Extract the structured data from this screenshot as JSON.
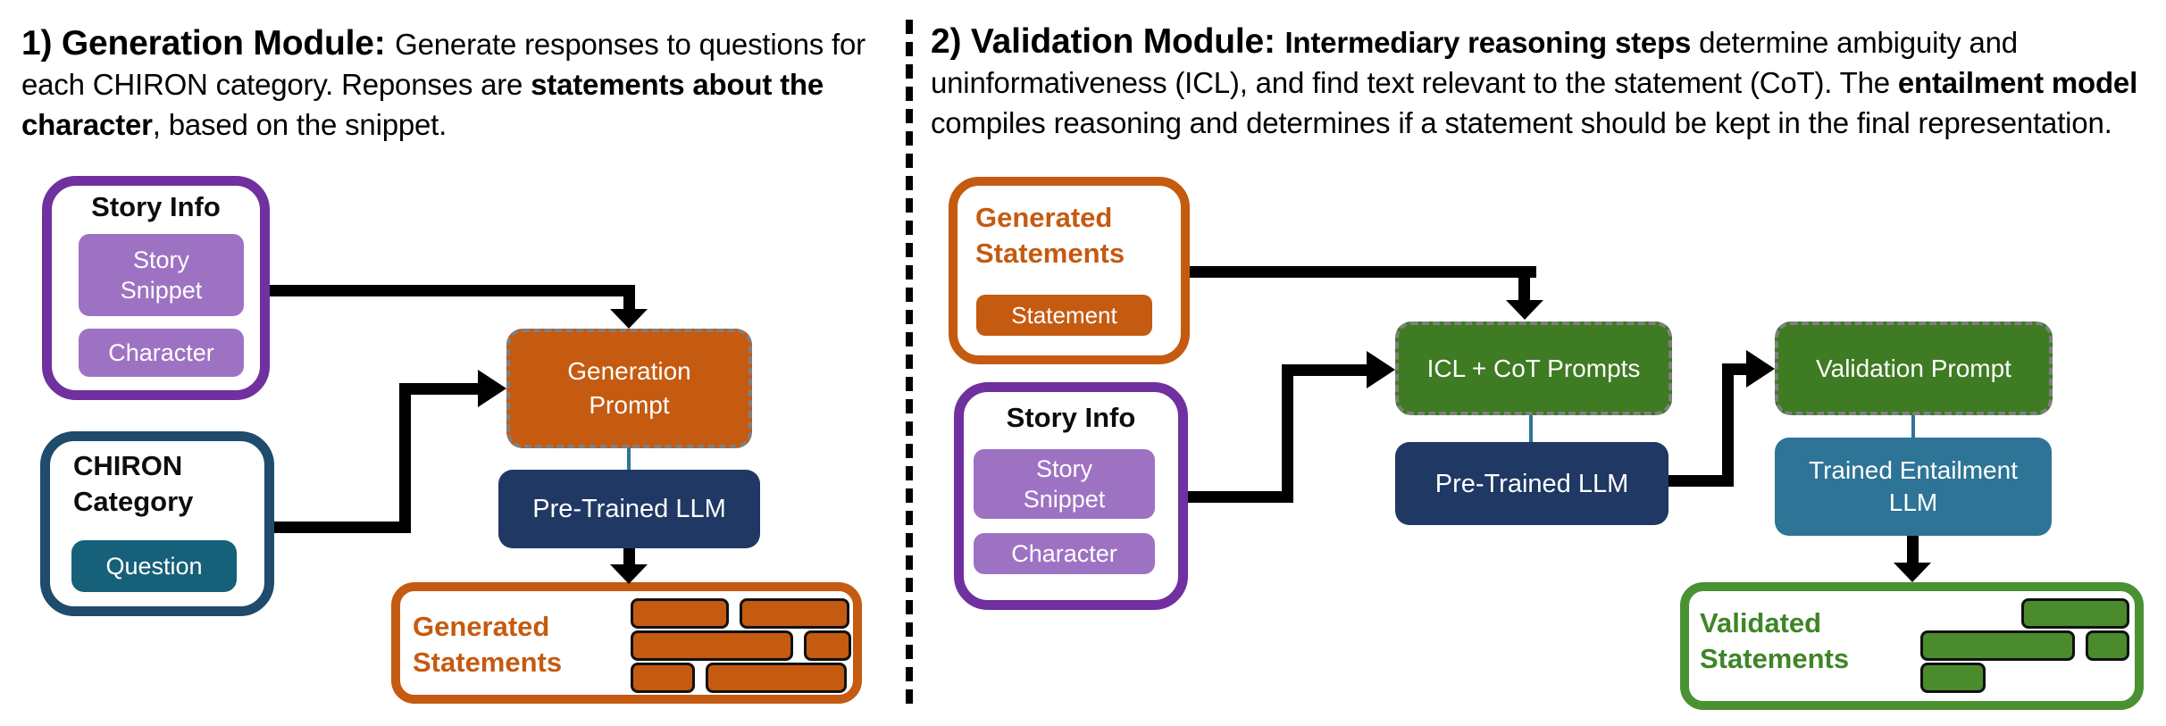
{
  "colors": {
    "purple_border": "#7030A0",
    "light_purple": "#9E72C3",
    "navy": "#1F3864",
    "chiron_border": "#1F4B6C",
    "question_teal": "#17607A",
    "orange": "#C55A11",
    "green": "#3E7B23",
    "validated_green_border": "#4A9132",
    "entailment_blue": "#2E7496",
    "connector_teal": "#2E7597",
    "dashed_gray": "#7F7F7F"
  },
  "generation": {
    "header_segments": [
      {
        "text": "1) Generation Module: ",
        "bold": true,
        "lead": true
      },
      {
        "text": "Generate responses to questions for each CHIRON category. Reponses are ",
        "bold": false
      },
      {
        "text": "statements about the character",
        "bold": true
      },
      {
        "text": ", based on the snippet.",
        "bold": false
      }
    ],
    "story_info": {
      "title": "Story Info",
      "story_snippet": "Story Snippet",
      "character": "Character"
    },
    "chiron": {
      "title": "CHIRON Category",
      "question": "Question"
    },
    "generation_prompt": "Generation Prompt",
    "pretrained_llm": "Pre-Trained LLM",
    "generated_statements": {
      "title": "Generated Statements",
      "bars": {
        "color": "#C55A11",
        "rows": [
          {
            "justify": "flex-start",
            "widths": [
              104,
              117
            ]
          },
          {
            "justify": "flex-start",
            "widths": [
              176,
              47
            ]
          },
          {
            "justify": "flex-start",
            "widths": [
              66,
              152
            ]
          }
        ]
      }
    }
  },
  "validation": {
    "header_segments": [
      {
        "text": "2) Validation Module: ",
        "bold": true,
        "lead": true
      },
      {
        "text": "Intermediary reasoning steps",
        "bold": true
      },
      {
        "text": " determine ambiguity and uninformativeness (ICL), and find text relevant to the statement (CoT). The ",
        "bold": false
      },
      {
        "text": "entailment model",
        "bold": true
      },
      {
        "text": " compiles reasoning and determines if a statement should be kept in the final representation.",
        "bold": false
      }
    ],
    "generated_statements": {
      "title": "Generated Statements",
      "statement": "Statement"
    },
    "story_info": {
      "title": "Story Info",
      "story_snippet": "Story Snippet",
      "character": "Character"
    },
    "icl_cot_prompts": "ICL + CoT Prompts",
    "pretrained_llm": "Pre-Trained LLM",
    "validation_prompt": "Validation Prompt",
    "entailment_llm": "Trained Entailment LLM",
    "validated_statements": {
      "title": "Validated Statements",
      "bars": {
        "color": "#4A8B2D",
        "rows": [
          {
            "justify": "flex-end",
            "widths": [
              115
            ]
          },
          {
            "justify": "flex-start",
            "widths": [
              176,
              45
            ]
          },
          {
            "justify": "flex-start",
            "widths": [
              67
            ]
          }
        ]
      }
    }
  }
}
